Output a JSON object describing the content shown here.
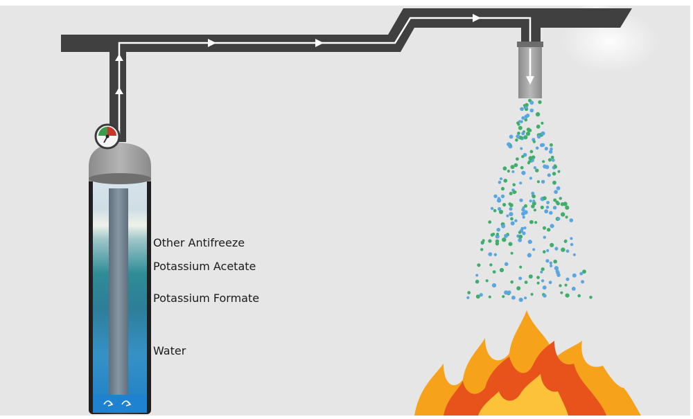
{
  "labels": {
    "other_antifreeze": "Other Antifreeze",
    "potassium_acetate": "Potassium Acetate",
    "potassium_formate": "Potassium Formate",
    "water": "Water"
  },
  "colors": {
    "background": "#e6e6e6",
    "pipe": "#404040",
    "flow_line": "#ffffff",
    "droplet_green": "#3fae6a",
    "droplet_blue": "#5aa6e0",
    "flame_outer": "#f6a21a",
    "flame_inner": "#e8531c",
    "gauge_red": "#c8352b",
    "gauge_green": "#3d9a4a"
  },
  "icons": {
    "gauge": "pressure-gauge-icon",
    "nozzle": "sprinkler-nozzle-icon",
    "fire": "fire-icon",
    "tank": "antifreeze-tank-icon"
  }
}
